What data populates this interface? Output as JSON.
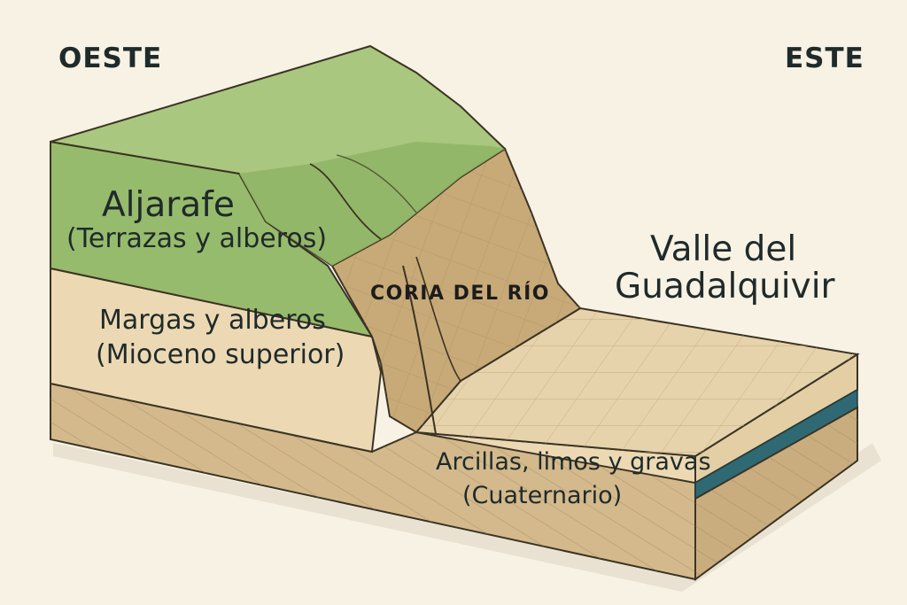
{
  "compass": {
    "west": "OESTE",
    "east": "ESTE"
  },
  "layers": {
    "aljarafe": {
      "title": "Aljarafe",
      "subtitle": "(Terrazas y alberos)",
      "color": "#97bb6c"
    },
    "margas": {
      "line1": "Margas y alberos",
      "line2": "(Mioceno superior)",
      "color": "#ecd9b4"
    },
    "cuaternario": {
      "line1": "Arcillas, limos y gravas",
      "line2": "(Cuaternario)",
      "color": "#d3b98c"
    },
    "water": {
      "color": "#2f6a74"
    }
  },
  "places": {
    "coria": "CORIA DEL RÍO",
    "valle_line1": "Valle del",
    "valle_line2": "Guadalquivir"
  }
}
